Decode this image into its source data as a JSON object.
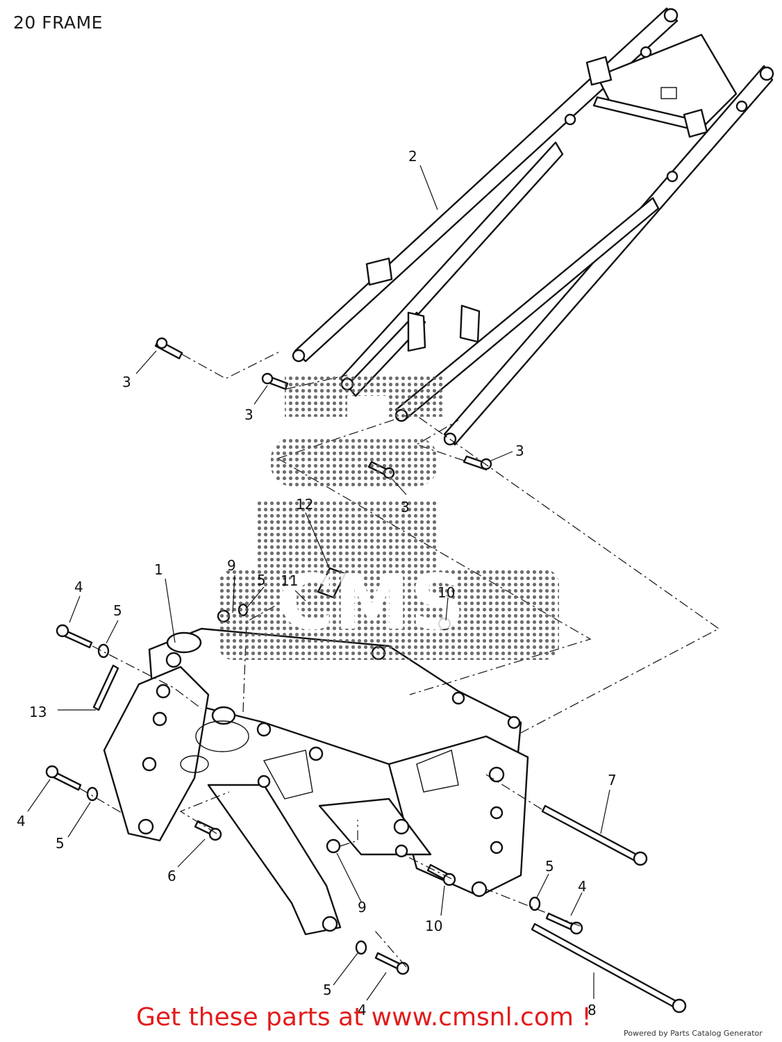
{
  "title": "20 FRAME",
  "callouts": [
    "1",
    "2",
    "3",
    "4",
    "5",
    "6",
    "7",
    "8",
    "9",
    "10",
    "11",
    "12",
    "13"
  ],
  "watermark": "CMS",
  "footer": {
    "link_text": "Get these parts at www.cmsnl.com !",
    "credit": "Powered by Parts Catalog Generator"
  },
  "colors": {
    "footer_link": "#e31b1b",
    "watermark_dots": "#555555"
  }
}
